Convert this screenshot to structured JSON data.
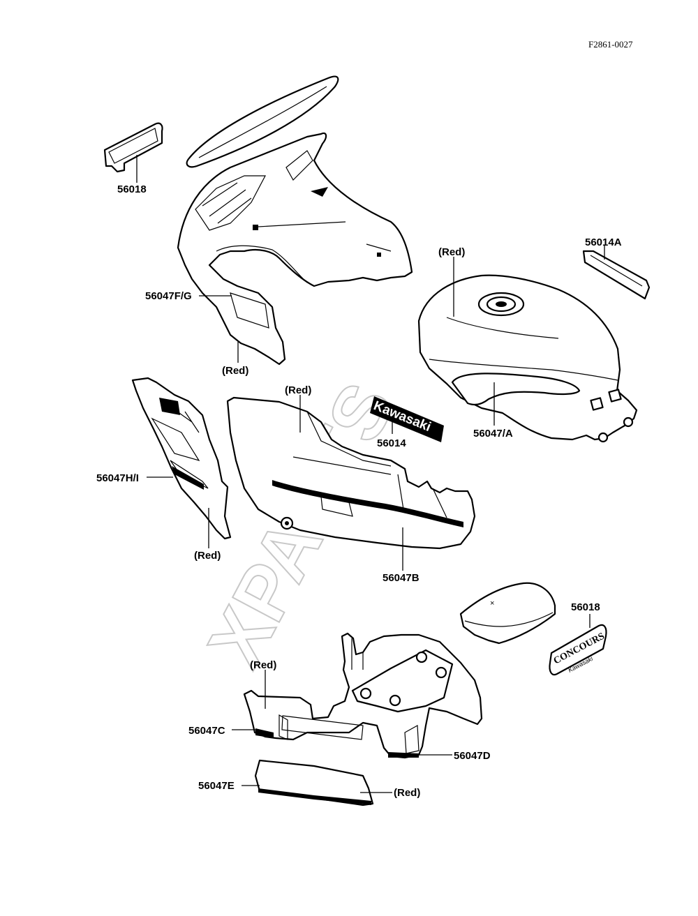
{
  "diagram": {
    "figure_code": "F2861-0027",
    "watermark": "XPARTS",
    "labels": {
      "p56018_top": "56018",
      "p56014A": "56014A",
      "red_tank": "(Red)",
      "p56047FG": "56047F/G",
      "red_fairing": "(Red)",
      "red_side": "(Red)",
      "p56014": "56014",
      "p56047A": "56047/A",
      "p56047HI": "56047H/I",
      "red_lower": "(Red)",
      "p56047B": "56047B",
      "p56018_right": "56018",
      "red_tail": "(Red)",
      "p56047C": "56047C",
      "p56047D": "56047D",
      "p56047E": "56047E",
      "red_bottom": "(Red)"
    },
    "emblems": {
      "kawasaki": "Kawasaki",
      "concours": "CONCOURS",
      "concours_sub": "Kawasaki"
    }
  }
}
